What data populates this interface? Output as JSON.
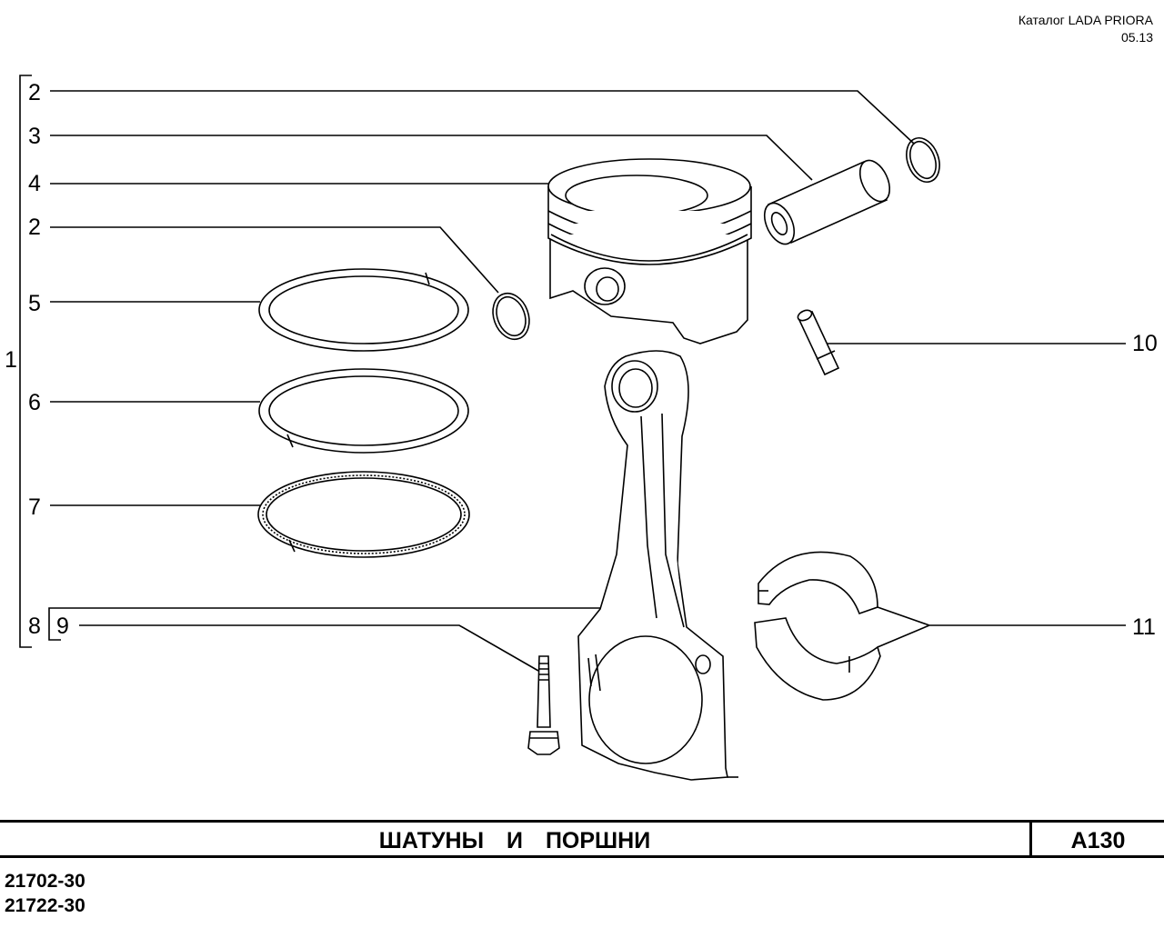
{
  "header": {
    "catalog": "Каталог  LADA  PRIORA",
    "date": "05.13"
  },
  "diagram": {
    "callouts": {
      "c1": "1",
      "c2a": "2",
      "c3": "3",
      "c4": "4",
      "c2b": "2",
      "c5": "5",
      "c6": "6",
      "c7": "7",
      "c8": "8",
      "c9": "9",
      "c10": "10",
      "c11": "11"
    }
  },
  "footer": {
    "title": "ШАТУНЫ  И  ПОРШНИ",
    "code": "A130",
    "models": [
      "21702-30",
      "21722-30"
    ]
  }
}
